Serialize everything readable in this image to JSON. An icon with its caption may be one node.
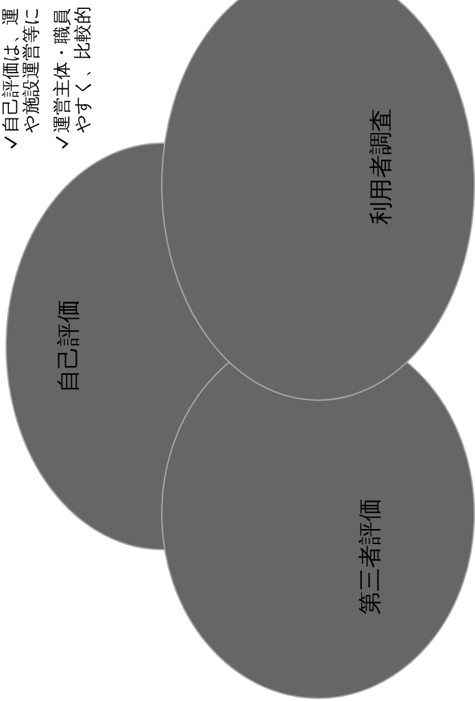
{
  "diagram": {
    "nodes": [
      {
        "text": [
          "自己評価"
        ]
      },
      {
        "text": [
          "利用者調査"
        ]
      },
      {
        "text": [
          "第三者評価"
        ]
      }
    ],
    "labels": [
      "自己評価は、運や施設運営等に",
      "運営主体・職員やすく、比較的"
    ]
  }
}
